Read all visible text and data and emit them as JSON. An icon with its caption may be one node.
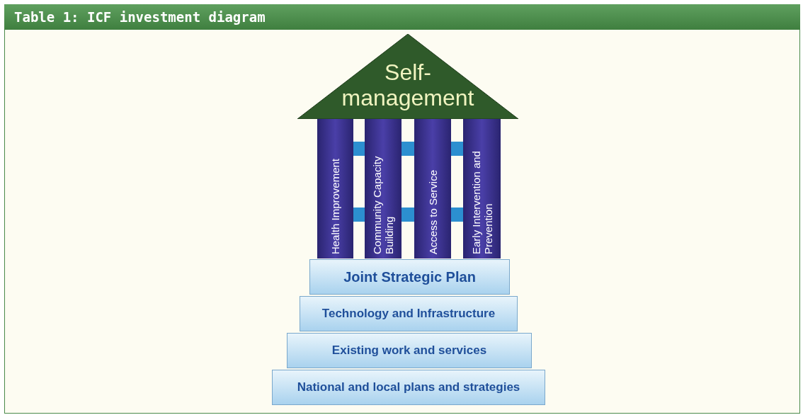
{
  "diagram": {
    "title": "Table 1: ICF investment diagram",
    "nodes": [
      {
        "text": [
          "Self-management"
        ]
      },
      {
        "text": [
          "Health Improvement"
        ]
      },
      {
        "text": [
          "Community Capacity Building"
        ]
      },
      {
        "text": [
          "Access to Service"
        ]
      },
      {
        "text": [
          "Early Intervention and Prevention"
        ]
      },
      {
        "text": [
          "Joint Strategic Plan"
        ]
      },
      {
        "text": [
          "Technology and Infrastructure"
        ]
      },
      {
        "text": [
          "Existing work and services"
        ]
      },
      {
        "text": [
          "National and local plans and strategies"
        ]
      }
    ],
    "edges": []
  }
}
